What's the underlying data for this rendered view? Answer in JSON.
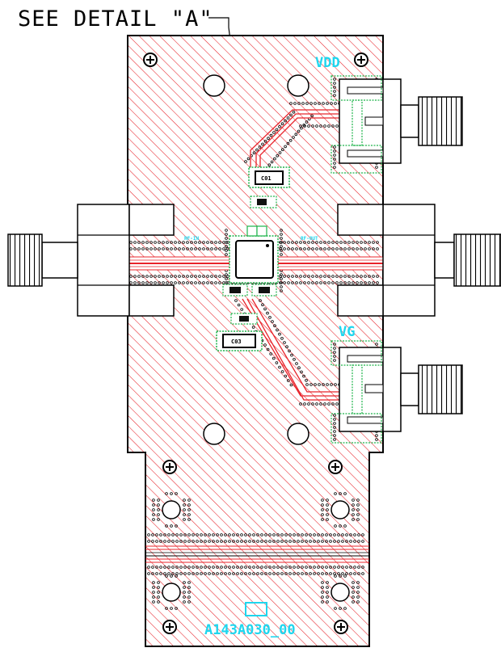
{
  "title": "SEE DETAIL \"A\"",
  "labels": {
    "vdd": "VDD",
    "vg": "VG",
    "rf_in": "RF-IN",
    "rf_out": "RF-OUT",
    "c01": "C01",
    "c03": "C03",
    "board_id": "A143A030_00"
  },
  "colors": {
    "board_hatch": "#e8242b",
    "label_cyan": "#1fd6ee",
    "pad_green": "#1db34a",
    "outline": "#000000"
  },
  "icons": {
    "mount_screw": "circled-plus-screw",
    "connector": "sma-connector"
  }
}
